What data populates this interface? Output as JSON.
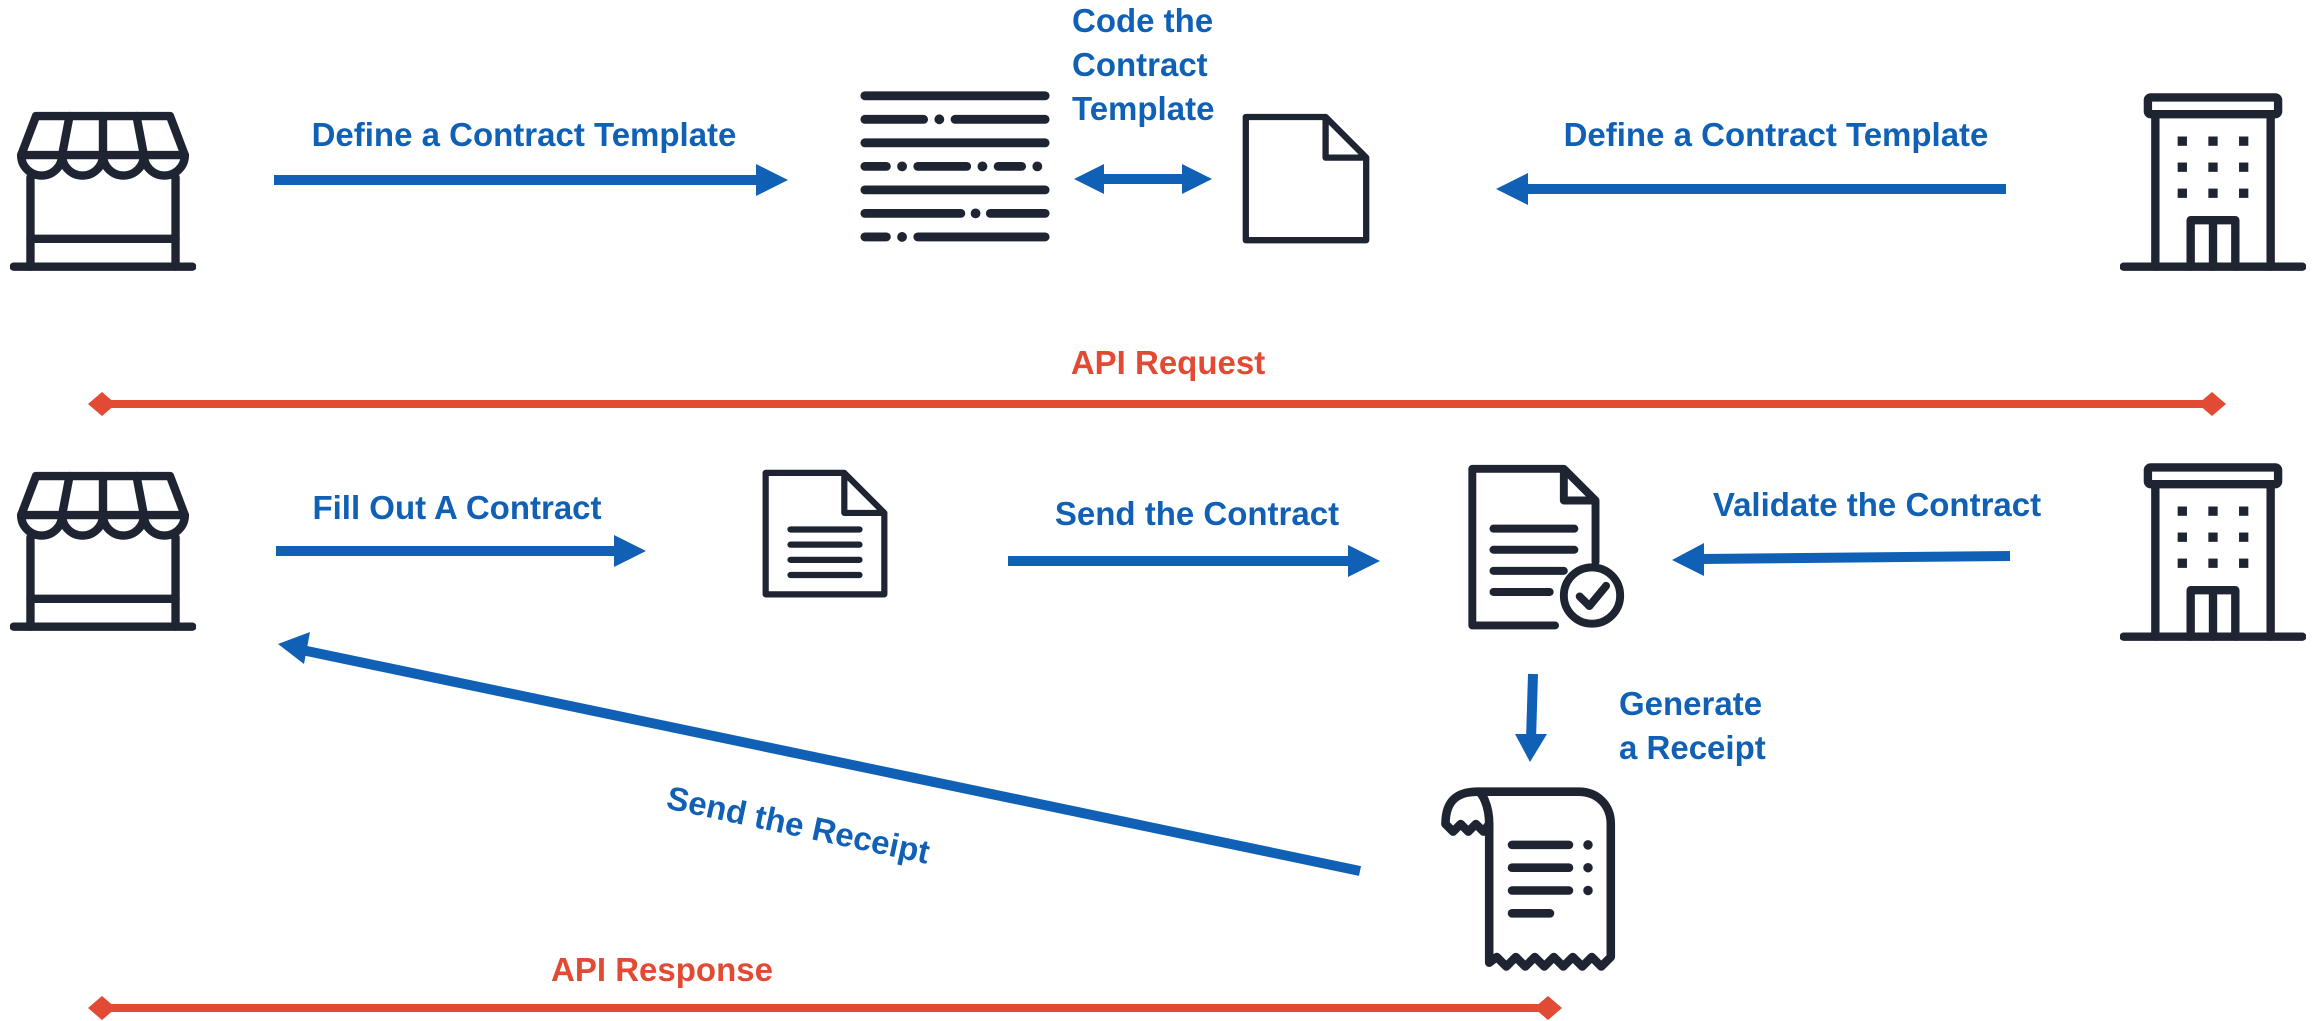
{
  "colors": {
    "accent_blue": "#1061b5",
    "accent_red": "#e24a33",
    "icon_dark": "#1f2433"
  },
  "icons": {
    "merchant_top": "storefront-icon",
    "merchant_bottom": "storefront-icon",
    "company_top": "office-building-icon",
    "company_bottom": "office-building-icon",
    "code_listing": "code-listing-icon",
    "blank_template": "blank-document-icon",
    "filled_contract": "document-lines-icon",
    "validated_contract": "document-check-icon",
    "receipt": "receipt-icon"
  },
  "labels": {
    "define_template_left": "Define a Contract Template",
    "code_template": [
      "Code the",
      "Contract",
      "Template"
    ],
    "define_template_right": "Define a Contract Template",
    "api_request": "API Request",
    "fill_out_contract": "Fill Out A Contract",
    "send_contract": "Send the Contract",
    "validate_contract": "Validate the Contract",
    "generate_receipt": [
      "Generate",
      "a Receipt"
    ],
    "send_receipt": "Send the Receipt",
    "api_response": "API Response"
  }
}
